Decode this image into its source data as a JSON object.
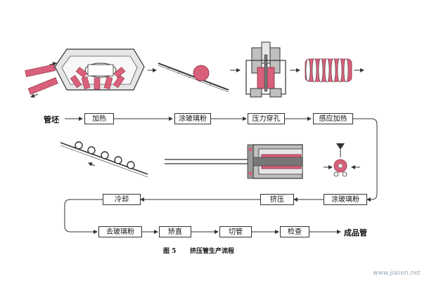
{
  "flow": {
    "start": "管坯",
    "row1": [
      "加热",
      "涂玻璃粉",
      "压力穿孔",
      "感应加热"
    ],
    "row2": [
      "涂玻璃粉",
      "挤压",
      "冷却"
    ],
    "row3": [
      "去玻璃粉",
      "矫直",
      "切管",
      "检查"
    ],
    "end": "成品管"
  },
  "caption": {
    "fig": "图 5",
    "title": "挤压管生产流程"
  },
  "watermark": "www.jiasen.net",
  "colors": {
    "accent": "#d9607a",
    "line": "#333333",
    "steel": "#bfbfbf"
  }
}
